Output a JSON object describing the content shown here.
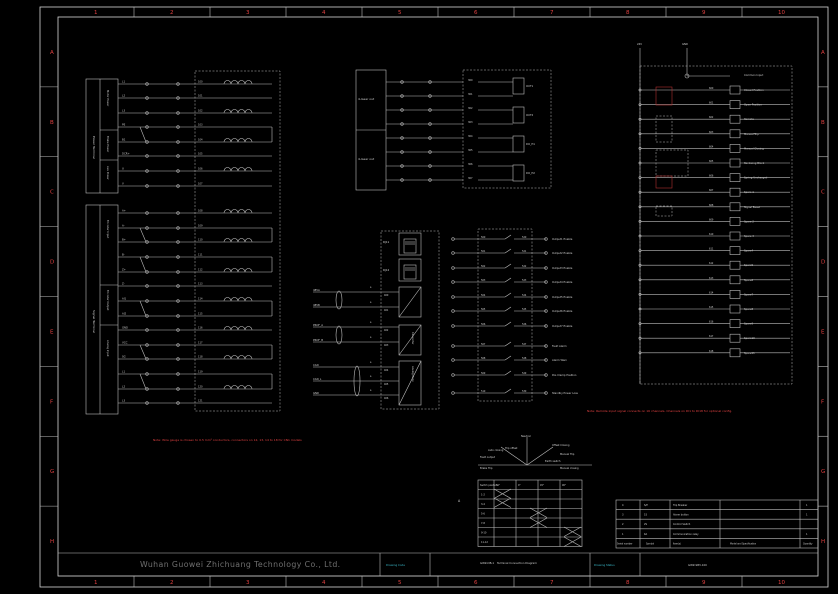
{
  "border": {
    "columns": [
      "1",
      "2",
      "3",
      "4",
      "5",
      "6",
      "7",
      "8",
      "9",
      "10"
    ],
    "rows": [
      "A",
      "B",
      "C",
      "D",
      "E",
      "F",
      "G",
      "H"
    ]
  },
  "left_panel": {
    "group_a_label": "Power Terminal",
    "group_b_label": "Signal Terminal",
    "group_a_sub": [
      "Motor Power",
      "Brake Power",
      "Aux Power"
    ],
    "group_b_sub": [
      "Encoder Input",
      "Encoder Output",
      "Analog Input"
    ],
    "wire_labels_a": [
      "L1",
      "L2",
      "L3",
      "PE",
      "B1",
      "DCR+",
      "U",
      "V"
    ],
    "wire_labels_b": [
      "A+",
      "A-",
      "B+",
      "B-",
      "Z+",
      "Z-",
      "AI1",
      "AI2",
      "GND",
      "VCC",
      "SG"
    ],
    "note": "Note: Wire gauge is chosen to 0.5 mm² conductors, connectors on 12, 13, 14 to 18 for CN1 models"
  },
  "center_top": {
    "block_a": "4-Gear\nout",
    "block_b": "4-Gear\nout",
    "outputs": [
      "OUT1",
      "OUT2",
      "DO_H1",
      "DO_H2"
    ]
  },
  "center_mid": {
    "ports": [
      "RJ11",
      "RJ12"
    ],
    "inputs": [
      "485A",
      "485B",
      "PROF_A",
      "PROF_B",
      "CAN",
      "CAN_L",
      "GND"
    ],
    "blocks": [
      "Converter",
      "Analog Conv"
    ]
  },
  "relay_outputs": {
    "labels": [
      "Output1 Enable",
      "Output2 Enable",
      "Output3 Enable",
      "Output4 Enable",
      "Output5 Enable",
      "Output6 Enable",
      "Output7 Enable",
      "Fault Alarm",
      "Alarm Warn",
      "Pos Clamp Position",
      "Standby Power Loss"
    ]
  },
  "right_panel": {
    "top_labels": [
      "24V",
      "GND"
    ],
    "title": "Common Input",
    "items": [
      "Closed Position",
      "Open Position",
      "Remote",
      "Manual Trip",
      "Manual Closing",
      "Reclosing Block",
      "Spring Uncharged",
      "Spare 1",
      "Signal Reset",
      "Spare 2",
      "Spare 3",
      "Spare4",
      "Spare5",
      "Spare6",
      "Spare7",
      "Spare8",
      "Spare9",
      "Spare10",
      "Spare11"
    ],
    "note": "Note: Remote input signal connects on 16 channels. Channels on DI1 to DI18 for optional config."
  },
  "compass": {
    "center": "Neutral",
    "labels": [
      "Fault output",
      "Trip offset",
      "Offset Closing",
      "Manual Trip",
      "Manual closing",
      "Brake Trip",
      "Auto closing",
      "Earth switch"
    ]
  },
  "switch_table": {
    "marker": "A",
    "headers": [
      "Switch position",
      "50°",
      "0°",
      "45°",
      "90°"
    ],
    "rows": [
      "1-2",
      "3-4",
      "5-6",
      "7-8",
      "9-10",
      "11-12"
    ]
  },
  "bom": {
    "rows": [
      {
        "n": "4",
        "code": "S/P",
        "name": "Trip Breaker",
        "qty": "1"
      },
      {
        "n": "3",
        "code": "1S",
        "name": "Alarm button",
        "qty": "1"
      },
      {
        "n": "2",
        "code": "2S",
        "name": "Control Switch",
        "qty": ""
      },
      {
        "n": "1",
        "code": "KA",
        "name": "Communication relay",
        "qty": "1"
      }
    ],
    "header": {
      "n": "Serial number",
      "code": "Symbol",
      "name": "Model and Specification",
      "qty": "Quantity"
    },
    "symbol_col": "Item(s)"
  },
  "title_block": {
    "company": "Wuhan Guowei Zhichuang Technology Co., Ltd.",
    "drawing_no_label": "Drawing Code",
    "code": "GWZ-DB-1",
    "drawing_name": "Terminal Connection Diagram",
    "status_label": "Drawing Status",
    "rev": "GWZ-SB3-100"
  }
}
